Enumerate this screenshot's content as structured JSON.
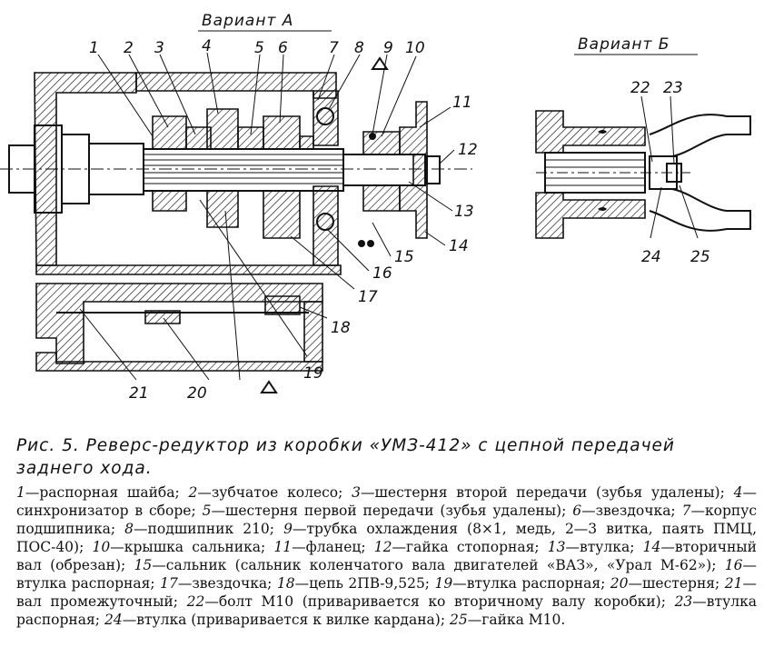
{
  "figure": {
    "variant_a_title": "Вариант А",
    "variant_b_title": "Вариант Б",
    "callouts_a": [
      "1",
      "2",
      "3",
      "4",
      "5",
      "6",
      "7",
      "8",
      "9",
      "10",
      "11",
      "12",
      "13",
      "14",
      "15",
      "16",
      "17",
      "18",
      "19",
      "20",
      "21"
    ],
    "callouts_b": [
      "22",
      "23",
      "24",
      "25"
    ]
  },
  "caption": {
    "text": "Рис. 5. Реверс-редуктор из коробки «УМЗ-412» с цепной передачей заднего хода."
  },
  "legend": {
    "items": [
      {
        "num": "1",
        "text": "распорная шайба;"
      },
      {
        "num": "2",
        "text": "зубчатое колесо;"
      },
      {
        "num": "3",
        "text": "шестерня второй передачи (зубья удалены);"
      },
      {
        "num": "4",
        "text": "синхронизатор в сборе;"
      },
      {
        "num": "5",
        "text": "шестерня первой передачи (зубья удалены);"
      },
      {
        "num": "6",
        "text": "звездочка;"
      },
      {
        "num": "7",
        "text": "корпус подшипника;"
      },
      {
        "num": "8",
        "text": "подшипник 210;"
      },
      {
        "num": "9",
        "text": "трубка охлаждения (8×1, медь, 2—3 витка, паять ПМЦ, ПОС-40);"
      },
      {
        "num": "10",
        "text": "крышка сальника;"
      },
      {
        "num": "11",
        "text": "фланец;"
      },
      {
        "num": "12",
        "text": "гайка стопорная;"
      },
      {
        "num": "13",
        "text": "втулка;"
      },
      {
        "num": "14",
        "text": "вторичный вал (обрезан);"
      },
      {
        "num": "15",
        "text": "сальник (сальник коленчатого вала двигателей «ВАЗ», «Урал М-62»);"
      },
      {
        "num": "16",
        "text": "втулка распорная;"
      },
      {
        "num": "17",
        "text": "звездочка;"
      },
      {
        "num": "18",
        "text": "цепь 2ПВ-9,525;"
      },
      {
        "num": "19",
        "text": "втулка распорная;"
      },
      {
        "num": "20",
        "text": "шестерня;"
      },
      {
        "num": "21",
        "text": "вал промежуточный;"
      },
      {
        "num": "22",
        "text": "болт М10 (приваривается ко вторичному валу коробки);"
      },
      {
        "num": "23",
        "text": "втулка распорная;"
      },
      {
        "num": "24",
        "text": "втулка (приваривается к вилке кардана);"
      },
      {
        "num": "25",
        "text": "гайка М10."
      }
    ]
  }
}
